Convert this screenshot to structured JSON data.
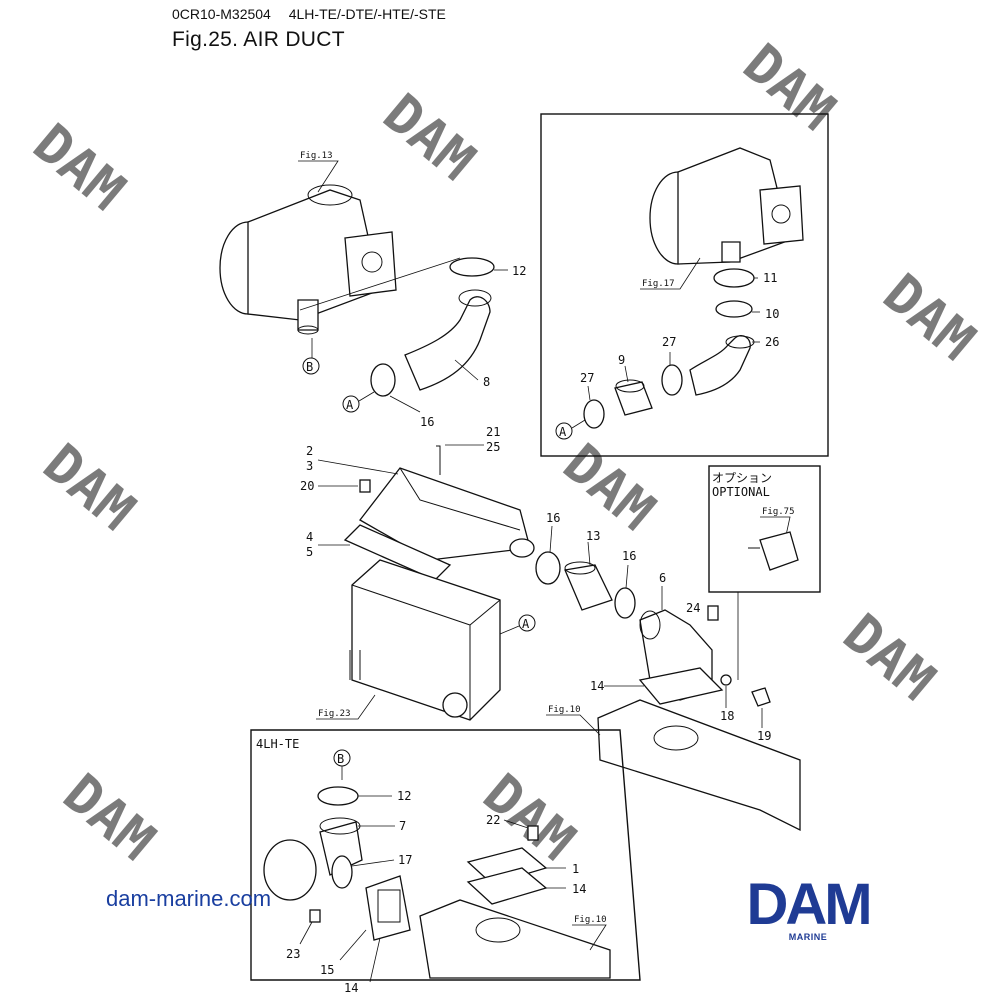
{
  "header": {
    "code": "0CR10-M32504",
    "models": "4LH-TE/-DTE/-HTE/-STE",
    "title": "Fig.25.  AIR DUCT"
  },
  "figure_refs": {
    "fig13": "Fig.13",
    "fig17": "Fig.17",
    "fig23": "Fig.23",
    "fig10a": "Fig.10",
    "fig75": "Fig.75",
    "fig10b": "Fig.10"
  },
  "connectors": {
    "a1": "A",
    "a2": "A",
    "a3": "A",
    "b1": "B",
    "b2": "B"
  },
  "optional": {
    "jp": "オプション",
    "en": "OPTIONAL"
  },
  "inset_4lh": "4LH-TE",
  "parts": {
    "p12a": "12",
    "p8": "8",
    "p16a": "16",
    "p11": "11",
    "p10": "10",
    "p26": "26",
    "p27a": "27",
    "p9": "9",
    "p27b": "27",
    "p2": "2",
    "p3": "3",
    "p21": "21",
    "p25": "25",
    "p20": "20",
    "p4": "4",
    "p5": "5",
    "p16b": "16",
    "p13": "13",
    "p16c": "16",
    "p6": "6",
    "p24": "24",
    "p14a": "14",
    "p18": "18",
    "p19": "19",
    "p12b": "12",
    "p7": "7",
    "p17": "17",
    "p22": "22",
    "p1": "1",
    "p14b": "14",
    "p23": "23",
    "p15": "15",
    "p14c": "14"
  },
  "watermark": "DAM",
  "footer": {
    "url": "dam-marine.com",
    "logo": "DAM",
    "logo_sub": "MARINE"
  },
  "colors": {
    "brand_blue": "#1f3b94",
    "url_blue": "#1a3fa0",
    "watermark_gray": "#d9d9d9"
  }
}
